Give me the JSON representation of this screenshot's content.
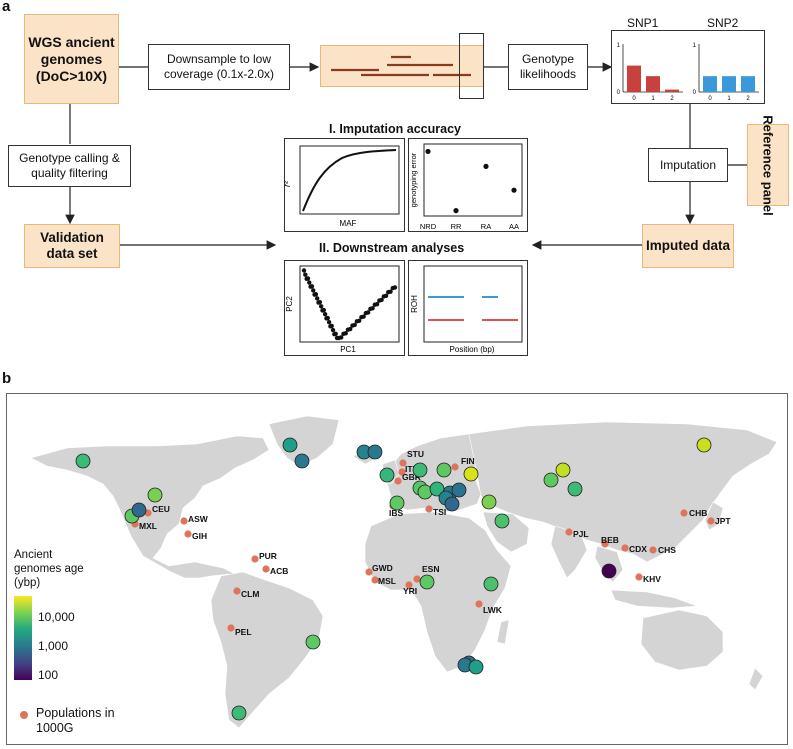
{
  "panel_a": {
    "letter": "a",
    "wgs_box": "WGS ancient genomes (DoC>10X)",
    "downsample_box": "Downsample to low coverage (0.1x-2.0x)",
    "genotype_likelihoods_box": "Genotype likelihoods",
    "snp1_label": "SNP1",
    "snp2_label": "SNP2",
    "snp_ticks": [
      "0",
      "1",
      "2"
    ],
    "snp1_bars": [
      0.55,
      0.33,
      0.05
    ],
    "snp2_bars": [
      0.33,
      0.33,
      0.33
    ],
    "snp_ylim_label_top": "1",
    "snp_ylim_label_bottom": "0",
    "reference_panel_box": "Reference panel",
    "imputation_box": "Imputation",
    "imputed_data_box": "Imputed data",
    "genotype_calling_box": "Genotype calling & quality filtering",
    "validation_box": "Validation data set",
    "imputation_accuracy_title": "I. Imputation accuracy",
    "downstream_title": "II. Downstream analyses",
    "r2_plot": {
      "ylabel": "r²",
      "xlabel": "MAF"
    },
    "error_plot": {
      "ylabel": "genotyping error",
      "categories": [
        "NRD",
        "RR",
        "RA",
        "AA"
      ],
      "values": [
        0.92,
        0.05,
        0.7,
        0.35
      ]
    },
    "pca_plot": {
      "ylabel": "PC2",
      "xlabel": "PC1"
    },
    "roh_plot": {
      "ylabel": "ROH",
      "xlabel": "Position (bp)"
    },
    "colors": {
      "orange_fill": "#fbe3c7",
      "orange_border": "#e9b77a",
      "read_color": "#8b3a1e",
      "snp1_color": "#c9413f",
      "snp2_color": "#3a9ad9",
      "roh_blue": "#3a9ad9",
      "roh_red": "#d9534f"
    }
  },
  "panel_b": {
    "letter": "b",
    "legend_title": "Ancient genomes age (ybp)",
    "legend_ticks": [
      "10,000",
      "1,000",
      "100"
    ],
    "pop_legend": "Populations in 1000G",
    "populations": [
      "STU",
      "ITU",
      "GBR",
      "FIN",
      "CEU",
      "IBS",
      "TSI",
      "ASW",
      "MXL",
      "GIH",
      "CHB",
      "JPT",
      "PJL",
      "BEB",
      "CDX",
      "CHS",
      "KHV",
      "PUR",
      "ACB",
      "CLM",
      "GWD",
      "MSL",
      "ESN",
      "YRI",
      "LWK",
      "PEL"
    ],
    "colors": {
      "land": "#d4d4d4",
      "pop_dot": "#e0735c"
    }
  }
}
